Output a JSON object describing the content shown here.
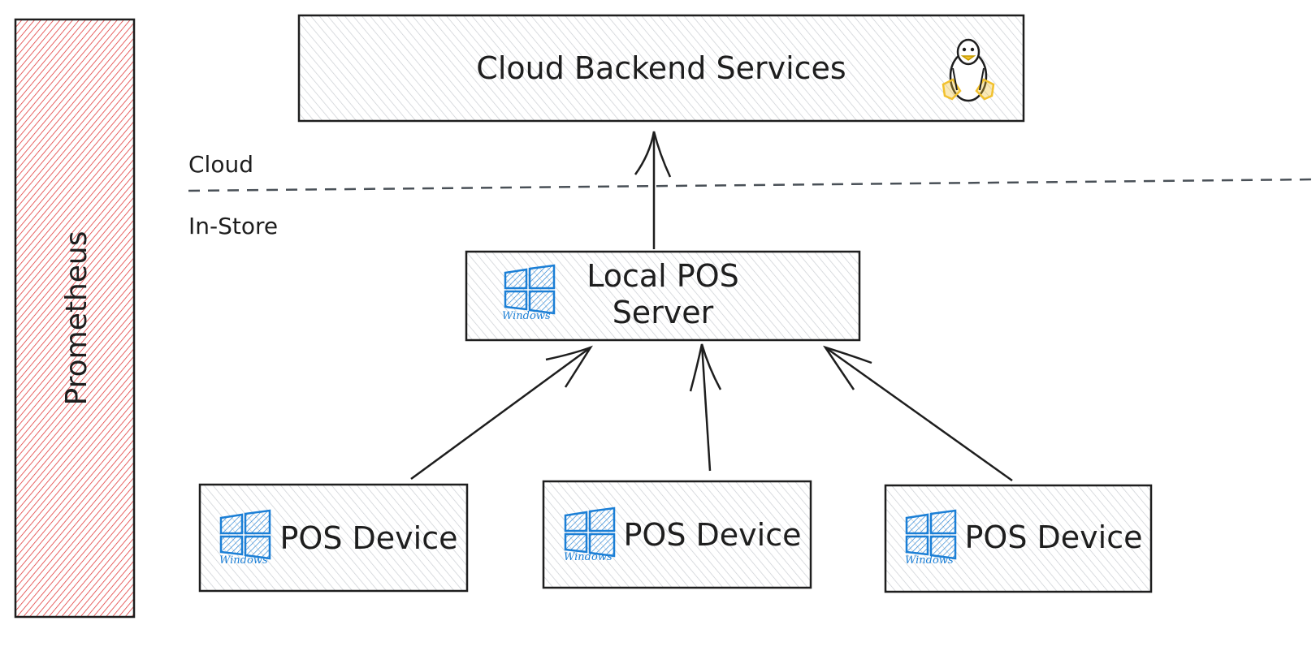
{
  "sidebar": {
    "label": "Prometheus",
    "color": "#e03131"
  },
  "cloud_box": {
    "label": "Cloud Backend Services",
    "os_icon": "linux-tux-icon"
  },
  "zones": {
    "upper": "Cloud",
    "lower": "In-Store"
  },
  "server_box": {
    "line1": "Local POS",
    "line2": "Server",
    "os_icon": "windows-icon",
    "os_label": "Windows"
  },
  "devices": [
    {
      "label": "POS Device",
      "os_icon": "windows-icon",
      "os_label": "Windows"
    },
    {
      "label": "POS Device",
      "os_icon": "windows-icon",
      "os_label": "Windows"
    },
    {
      "label": "POS Device",
      "os_icon": "windows-icon",
      "os_label": "Windows"
    }
  ],
  "colors": {
    "stroke": "#1e1e1e",
    "hatch_gray": "#c9cdd2",
    "windows_blue": "#1b7fd6",
    "tux_yellow": "#f2c12e",
    "divider": "#495057"
  }
}
